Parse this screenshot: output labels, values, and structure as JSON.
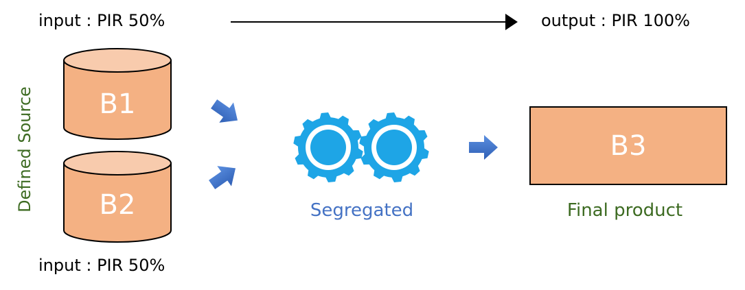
{
  "flow": {
    "input_top": "input : PIR 50%",
    "input_bottom": "input : PIR 50%",
    "output": "output : PIR 100%"
  },
  "source": {
    "label": "Defined Source",
    "cylinders": [
      "B1",
      "B2"
    ]
  },
  "process": {
    "label": "Segregated",
    "icon": "gears-icon"
  },
  "result": {
    "box": "B3",
    "label": "Final product"
  },
  "colors": {
    "cylinder_fill": "#f4b183",
    "cylinder_top": "#f8cbad",
    "gear": "#1ea5e6",
    "arrow": "#4472c4",
    "green_text": "#3d6b22",
    "blue_text": "#4472c4"
  }
}
